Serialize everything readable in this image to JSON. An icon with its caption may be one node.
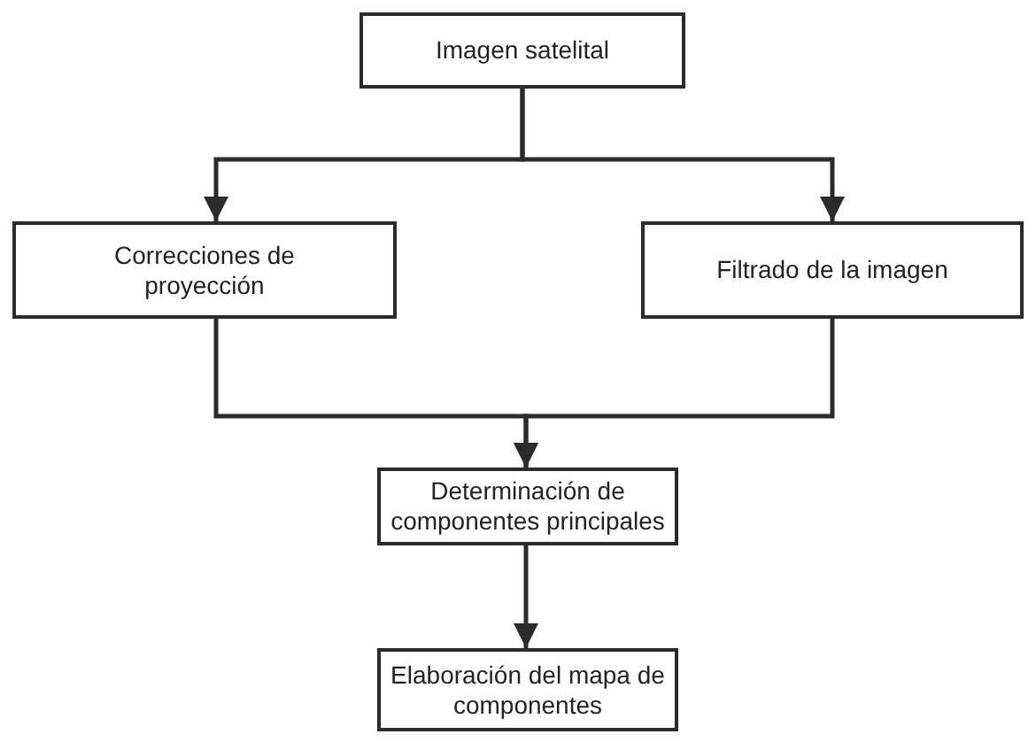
{
  "diagram": {
    "nodes": [
      {
        "text": [
          "Imagen satelital"
        ]
      },
      {
        "text": [
          "Correcciones de proyección"
        ]
      },
      {
        "text": [
          "Filtrado de la imagen"
        ]
      },
      {
        "text": [
          "Determinación de componentes principales"
        ]
      },
      {
        "text": [
          "Elaboración del mapa de componentes"
        ]
      }
    ],
    "edges": [
      {
        "from": 0,
        "to": 1,
        "arrow": "to"
      },
      {
        "from": 0,
        "to": 2,
        "arrow": "to"
      },
      {
        "from": 1,
        "to": 3,
        "arrow": "to"
      },
      {
        "from": 2,
        "to": 3,
        "arrow": "to"
      },
      {
        "from": 3,
        "to": 4,
        "arrow": "to"
      }
    ]
  }
}
